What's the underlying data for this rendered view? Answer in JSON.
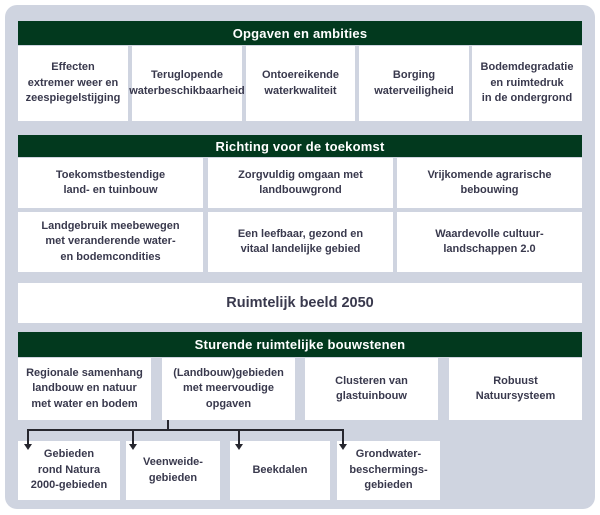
{
  "colors": {
    "panel_bg": "#cfd4e0",
    "header_bg": "#02391e",
    "header_text": "#ffffff",
    "box_bg": "#ffffff",
    "box_text": "#39394d",
    "connector": "#26262e"
  },
  "opgaven": {
    "title": "Opgaven en ambities",
    "items": [
      "Effecten\nextremer weer en\nzeespiegelstijging",
      "Teruglopende\nwaterbeschikbaarheid",
      "Ontoereikende\nwaterkwaliteit",
      "Borging\nwaterveiligheid",
      "Bodemdegradatie\nen ruimtedruk\nin de ondergrond"
    ]
  },
  "richting": {
    "title": "Richting voor de toekomst",
    "row1": [
      "Toekomstbestendige\nland- en tuinbouw",
      "Zorgvuldig omgaan met\nlandbouwgrond",
      "Vrijkomende agrarische\nbebouwing"
    ],
    "row2": [
      "Landgebruik meebewegen\nmet veranderende water-\nen bodemcondities",
      "Een leefbaar, gezond en\nvitaal landelijke gebied",
      "Waardevolle cultuur-\nlandschappen 2.0"
    ]
  },
  "beeld": {
    "title": "Ruimtelijk beeld 2050"
  },
  "bouwstenen": {
    "title": "Sturende ruimtelijke bouwstenen",
    "items": [
      "Regionale samenhang\nlandbouw en natuur\nmet water en bodem",
      "(Landbouw)gebieden\nmet meervoudige\nopgaven",
      "Clusteren van\nglastuinbouw",
      "Robuust\nNatuursysteem"
    ]
  },
  "gebieden": {
    "items": [
      "Gebieden\nrond Natura\n2000-gebieden",
      "Veenweide-\ngebieden",
      "Beekdalen",
      "Grondwater-\nbeschermings-\ngebieden"
    ]
  }
}
